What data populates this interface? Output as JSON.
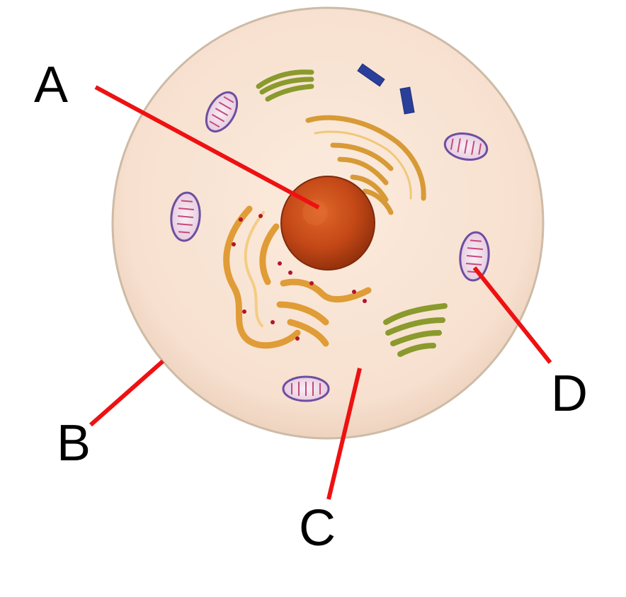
{
  "labels": {
    "a": "A",
    "b": "B",
    "c": "C",
    "d": "D"
  },
  "colors": {
    "pointer_line": "#ee1111",
    "cytoplasm": "#f9e4d4",
    "cell_membrane": "#d8c8b4",
    "nucleus": "#c84a18",
    "golgi": "#d9a441",
    "rough_er": "#e3a23a",
    "mitochondrion_outline": "#7a5aa8",
    "mitochondrion_fill": "#f3dfea",
    "chloroplast_like": "#8a9a2c",
    "centriole": "#2a3f9a"
  },
  "icons": {
    "cell": "animal-cell-illustration"
  }
}
